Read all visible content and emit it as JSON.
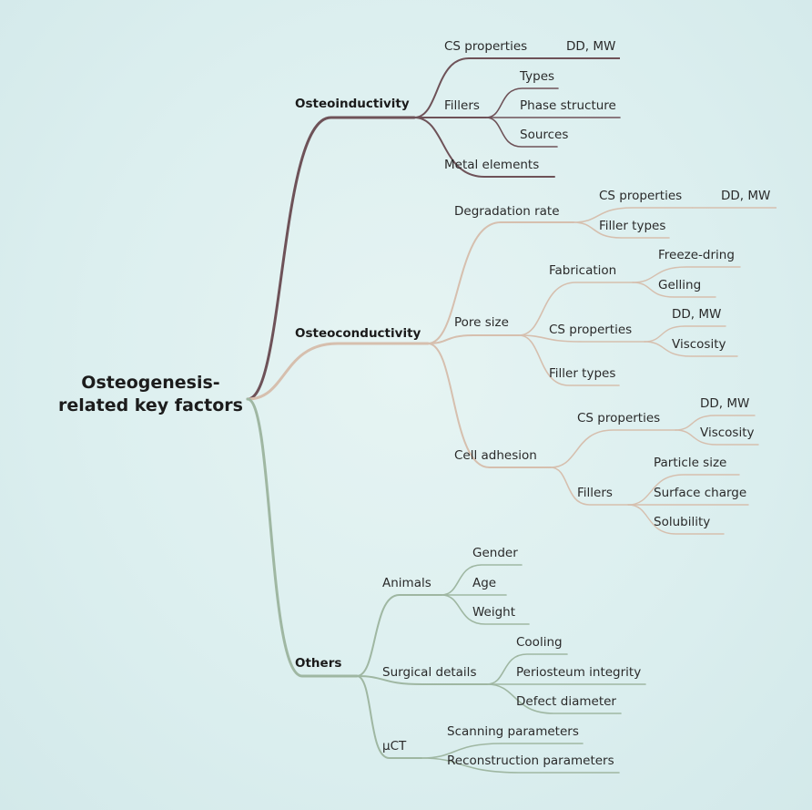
{
  "colors": {
    "inductive": "#6e5258",
    "conductive": "#d6bfae",
    "others": "#9fb7a2"
  },
  "root": {
    "line1": "Osteogenesis-",
    "line2": "related key factors"
  },
  "osteoinductivity": {
    "label": "Osteoinductivity",
    "cs_properties": "CS properties",
    "cs_dd_mw": "DD, MW",
    "fillers": "Fillers",
    "fillers_types": "Types",
    "fillers_phase": "Phase structure",
    "fillers_sources": "Sources",
    "metal_elements": "Metal elements"
  },
  "osteoconductivity": {
    "label": "Osteoconductivity",
    "degradation_rate": "Degradation rate",
    "deg_cs_properties": "CS properties",
    "deg_dd_mw": "DD, MW",
    "deg_filler_types": "Filler types",
    "pore_size": "Pore size",
    "fabrication": "Fabrication",
    "freeze_dring": "Freeze-dring",
    "gelling": "Gelling",
    "pore_cs_properties": "CS properties",
    "pore_dd_mw": "DD, MW",
    "pore_viscosity": "Viscosity",
    "pore_filler_types": "Filler types",
    "cell_adhesion": "Cell adhesion",
    "cell_cs_properties": "CS properties",
    "cell_dd_mw": "DD, MW",
    "cell_viscosity": "Viscosity",
    "cell_fillers": "Fillers",
    "particle_size": "Particle size",
    "surface_charge": "Surface charge",
    "solubility": "Solubility"
  },
  "others": {
    "label": "Others",
    "animals": "Animals",
    "gender": "Gender",
    "age": "Age",
    "weight": "Weight",
    "surgical_details": "Surgical details",
    "cooling": "Cooling",
    "periosteum": "Periosteum integrity",
    "defect_diameter": "Defect diameter",
    "uct": "μCT",
    "scanning": "Scanning parameters",
    "reconstruction": "Reconstruction parameters"
  }
}
